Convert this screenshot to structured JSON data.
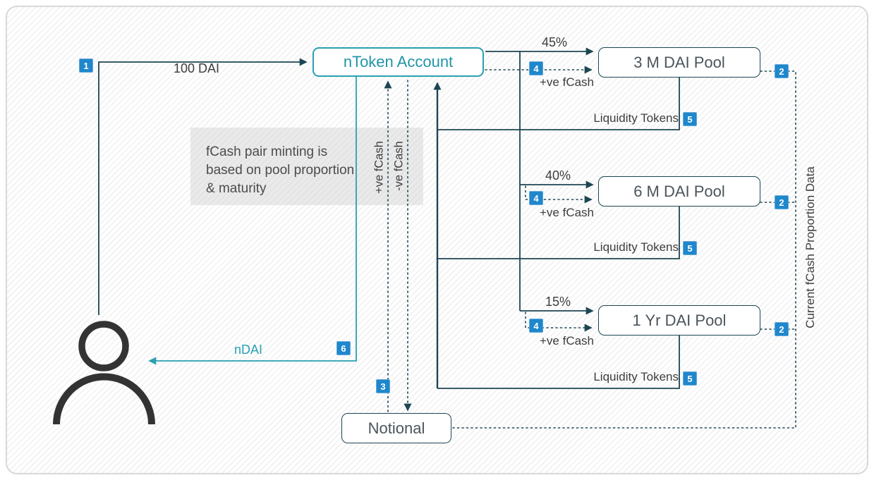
{
  "colors": {
    "line_dark": "#1d4653",
    "teal": "#2aa0b2",
    "badge_blue": "#1f87cc",
    "text_gray": "#3d3d3d"
  },
  "icons": {
    "user": "person-outline-silhouette"
  },
  "nodes": {
    "ntoken_account": "nToken Account",
    "pool_3m": "3 M DAI Pool",
    "pool_6m": "6 M DAI Pool",
    "pool_1yr": "1 Yr DAI Pool",
    "notional": "Notional"
  },
  "labels": {
    "deposit": "100 DAI",
    "alloc_3m": "45%",
    "alloc_6m": "40%",
    "alloc_1yr": "15%",
    "pos_fcash": "+ve fCash",
    "neg_fcash": "-ve fCash",
    "liquidity_tokens": "Liquidity Tokens",
    "ndai": "nDAI",
    "proportion_data": "Current fCash Proportion Data",
    "note": "fCash pair minting is based on pool proportion & maturity"
  },
  "badges": {
    "deposit": "1",
    "proportion": "2",
    "notional_fcash": "3",
    "pos_fcash": "4",
    "liquidity": "5",
    "ndai": "6"
  }
}
